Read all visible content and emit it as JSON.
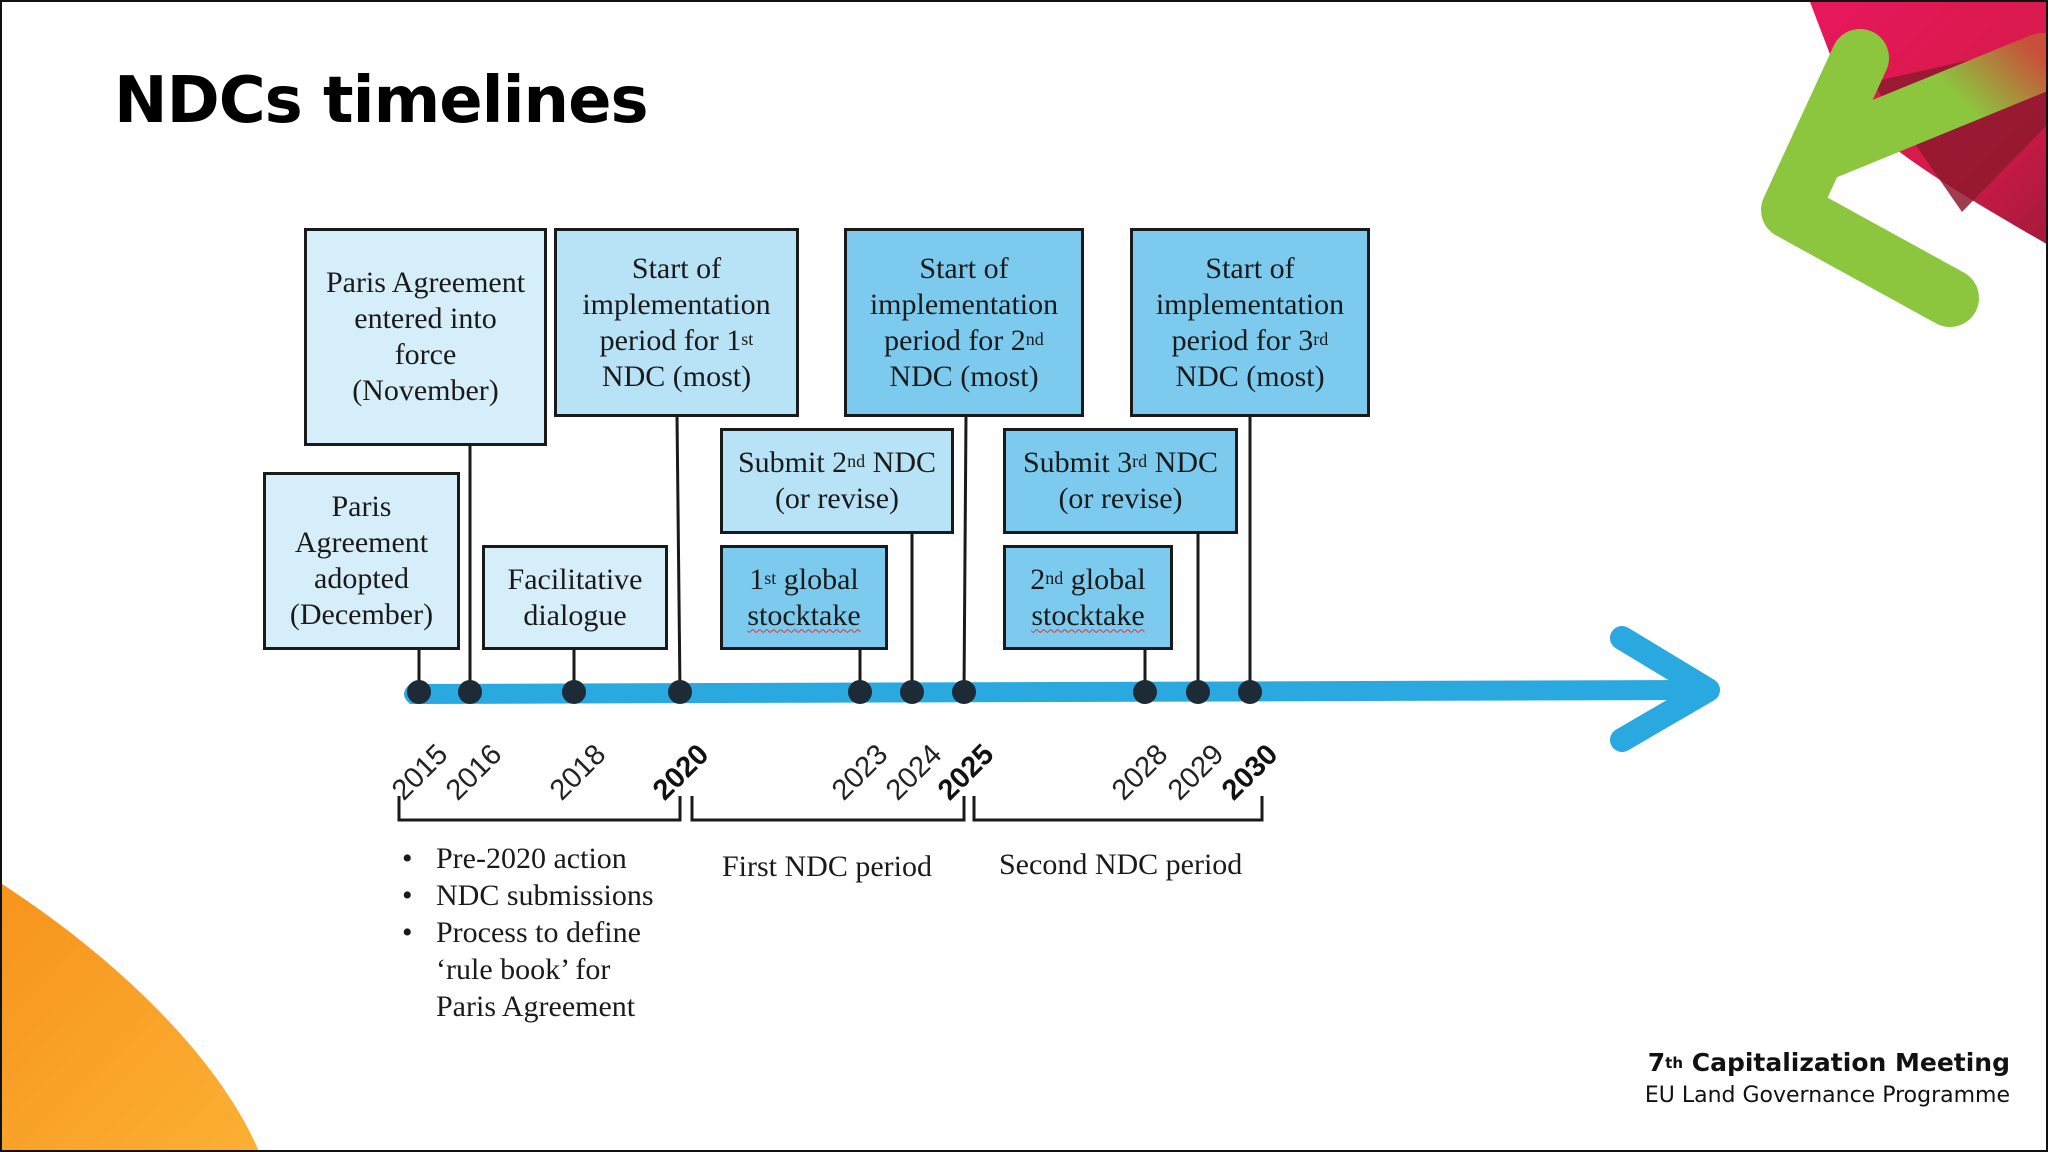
{
  "title": "NDCs timelines",
  "colors": {
    "timeline_blue": "#29a9e0",
    "box_lightest": "#d6eef9",
    "box_light": "#b8e2f6",
    "box_mid": "#9fd8f3",
    "box_dark": "#7ccbee",
    "deco_green": "#8cc63f",
    "deco_pink": "#e8175d",
    "deco_orange": "#f7941d"
  },
  "boxes": {
    "paris_entered": "Paris Agreement\nentered into\nforce\n(November)",
    "paris_adopted": "Paris\nAgreement\nadopted\n(December)",
    "facilitative": "Facilitative\ndialogue",
    "impl_1_pre": "Start of\nimplementation\nperiod for 1",
    "impl_1_sup": "st",
    "impl_1_post": "\nNDC (most)",
    "impl_2_pre": "Start of\nimplementation\nperiod for 2",
    "impl_2_sup": "nd",
    "impl_2_post": "\nNDC (most)",
    "impl_3_pre": "Start of\nimplementation\nperiod for 3",
    "impl_3_sup": "rd",
    "impl_3_post": "\nNDC (most)",
    "submit_2_pre": "Submit 2",
    "submit_2_sup": "nd",
    "submit_2_post": " NDC\n(or revise)",
    "submit_3_pre": "Submit 3",
    "submit_3_sup": "rd",
    "submit_3_post": " NDC\n(or revise)",
    "stocktake_1_pre": "1",
    "stocktake_1_sup": "st",
    "stocktake_1_post": " global",
    "stocktake_1_line2": "stocktake",
    "stocktake_2_pre": "2",
    "stocktake_2_sup": "nd",
    "stocktake_2_post": " global",
    "stocktake_2_line2": "stocktake"
  },
  "years": {
    "y2015": "2015",
    "y2016": "2016",
    "y2018": "2018",
    "y2020": "2020",
    "y2023": "2023",
    "y2024": "2024",
    "y2025": "2025",
    "y2028": "2028",
    "y2029": "2029",
    "y2030": "2030"
  },
  "periods": {
    "first": "First NDC period",
    "second": "Second NDC period"
  },
  "pre2020_bullets": [
    "Pre-2020 action",
    "NDC submissions",
    "Process to define\n  ‘rule book’   for\nParis Agreement"
  ],
  "footer": {
    "meeting_pre": "7",
    "meeting_sup": "th",
    "meeting_post": " Capitalization Meeting",
    "programme": "EU Land Governance Programme"
  }
}
